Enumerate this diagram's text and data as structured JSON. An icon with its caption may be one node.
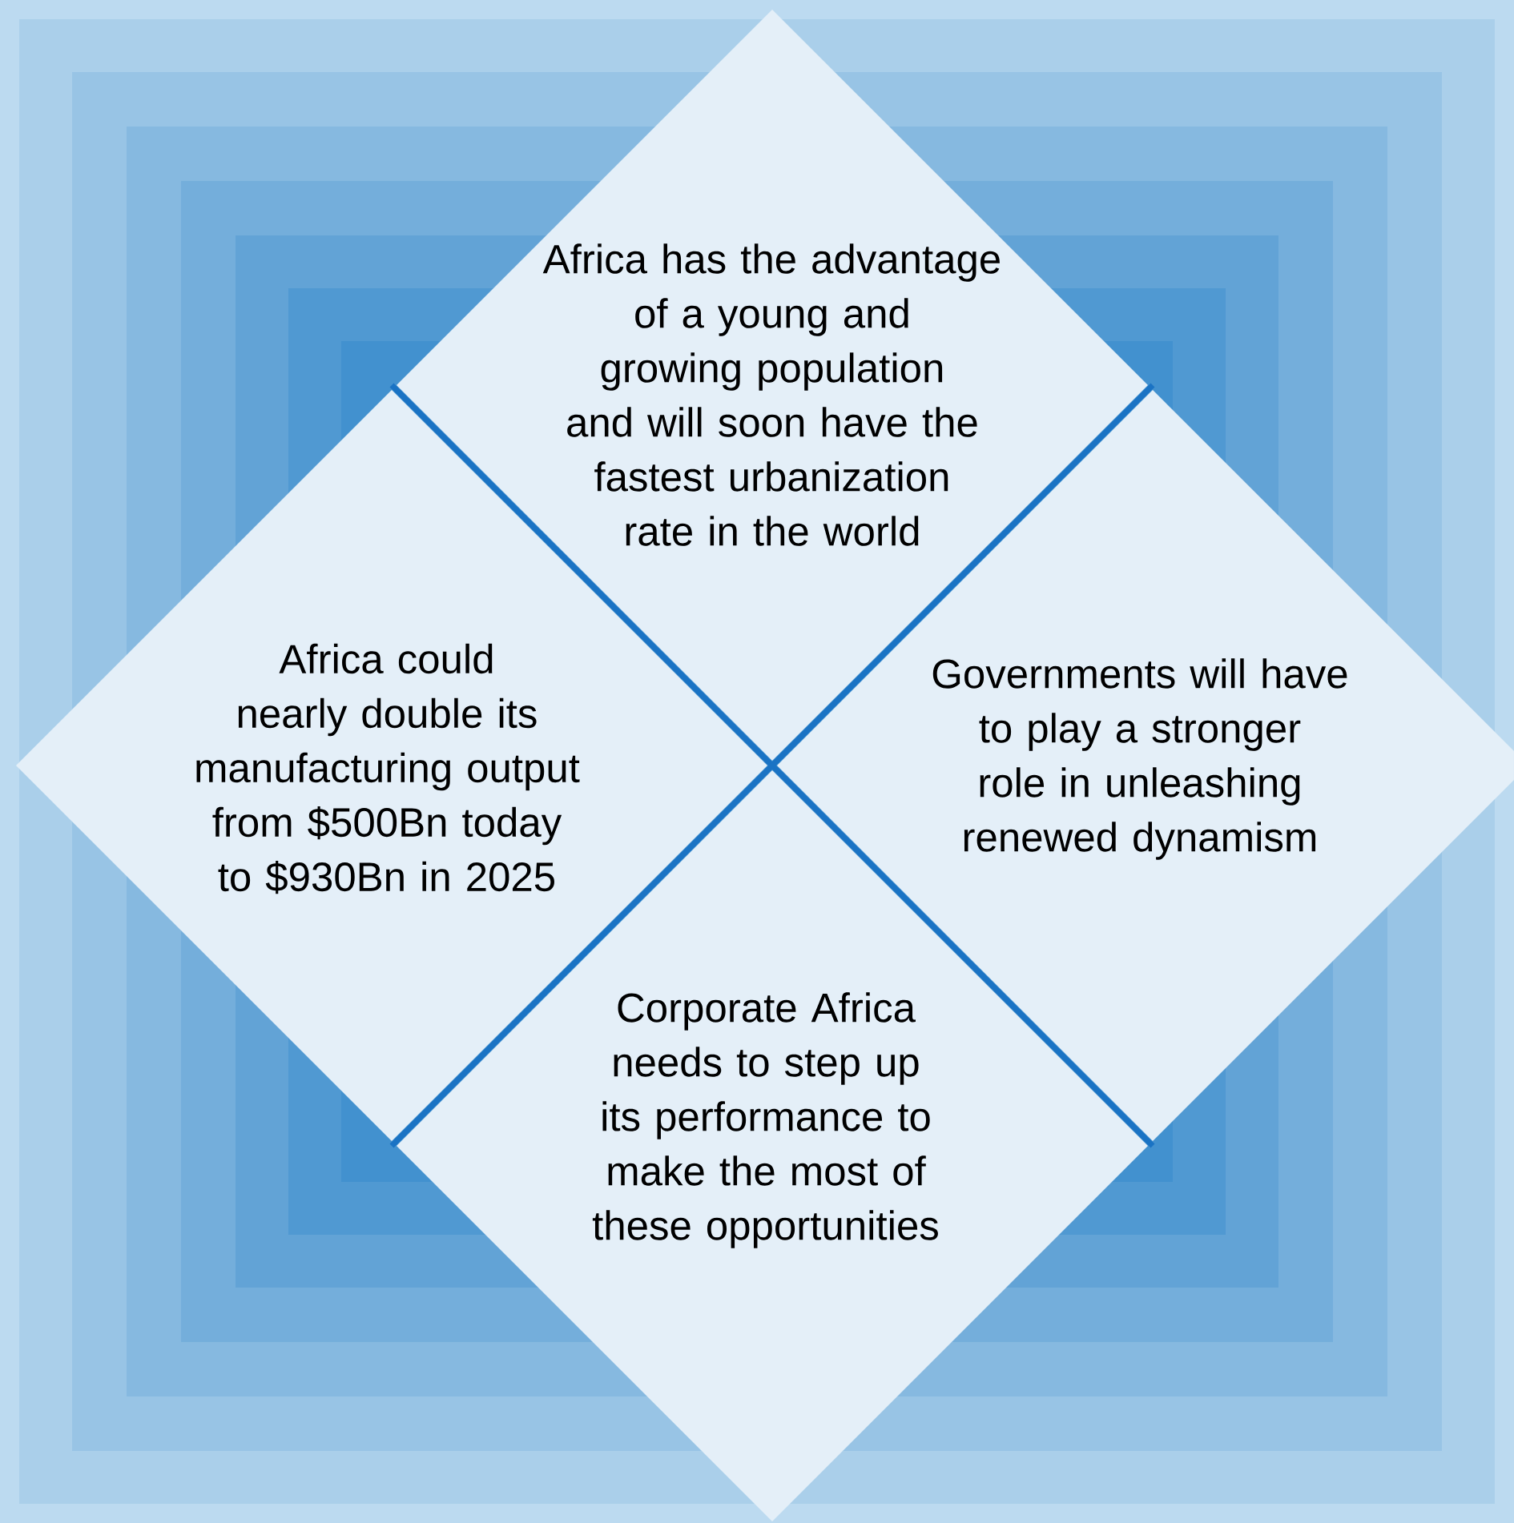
{
  "diagram": {
    "nodes": [
      {
        "text": [
          "Africa has the advantage of a young and growing population and will soon have the fastest urbanization rate in the world"
        ]
      },
      {
        "text": [
          "Africa could nearly double its manufacturing output from $500Bn today to $930Bn in 2025"
        ]
      },
      {
        "text": [
          "Governments will have to play a stronger role in unleashing renewed dynamism"
        ]
      },
      {
        "text": [
          "Corporate Africa needs to step up its performance to make the most of these opportunities"
        ]
      }
    ]
  }
}
